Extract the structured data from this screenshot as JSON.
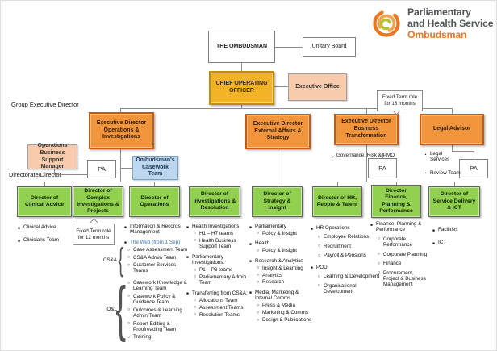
{
  "logo": {
    "line1": "Parliamentary",
    "line2": "and Health Service",
    "line3": "Ombudsman"
  },
  "side_labels": {
    "group_executive_director": "Group Executive Director",
    "directorate_director": "Directorate/Director"
  },
  "top": {
    "ombudsman": "THE OMBUDSMAN",
    "unitary_board": "Unitary Board",
    "coo": "CHIEF OPERATING OFFICER",
    "executive_office": "Executive Office"
  },
  "executives": {
    "ops": "Executive Director Operations & Investigations",
    "external": "Executive Director External Affairs & Strategy",
    "bt": "Executive Director Business Transformation",
    "legal": "Legal Advisor"
  },
  "callouts": {
    "fixed18": "Fixed Term role for 18 months",
    "fixed12": "Fixed Term role for 12 months"
  },
  "support": {
    "obsm": "Operations Business Support Manager",
    "pa": "PA",
    "casework_team": "Ombudsman's Casework Team"
  },
  "bt_units": [
    {
      "t": "Governance, Risk & PMO",
      "l": 1,
      "m": "•"
    }
  ],
  "legal_units": [
    {
      "t": "Legal Services",
      "l": 1,
      "m": "•"
    },
    {
      "t": "Review Team",
      "l": 1,
      "m": "•"
    }
  ],
  "directors": [
    {
      "title": "Director of Clinical Advice",
      "items": [
        {
          "t": "Clinical Advice",
          "l": 1
        },
        {
          "t": "Clinicians Team",
          "l": 1
        }
      ]
    },
    {
      "title": "Director of Complex Investigations & Projects",
      "items": []
    },
    {
      "title": "Director of Operations",
      "items": [
        {
          "t": "Information & Records Management",
          "l": 1
        },
        {
          "t": "The Web (from 1 Sep)",
          "l": 1,
          "c": "#2E75B6"
        }
      ],
      "groups": [
        {
          "label": "CS&A",
          "items": [
            {
              "t": "Case Assessment Team",
              "l": 2
            },
            {
              "t": "CS&A Admin Team",
              "l": 2
            },
            {
              "t": "Customer Services Teams",
              "l": 2
            }
          ]
        },
        {
          "label": "O&L",
          "items": [
            {
              "t": "Casework Knowledge & Learning Team",
              "l": 2
            },
            {
              "t": "Casework Policy & Guidance Team",
              "l": 2
            },
            {
              "t": "Outcomes & Learning Admin Team",
              "l": 2
            },
            {
              "t": "Report Editing & Proofreading Team",
              "l": 2
            },
            {
              "t": "Training",
              "l": 2
            }
          ]
        }
      ]
    },
    {
      "title": "Director of Investigations & Resolution",
      "items": [
        {
          "t": "Health Investigations",
          "l": 1
        },
        {
          "t": "H1 – H7 teams",
          "l": 2
        },
        {
          "t": "Health Business Support Team",
          "l": 2
        },
        {
          "t": "Parliamentary Investigations:",
          "l": 1
        },
        {
          "t": "P1 – P3 teams",
          "l": 2
        },
        {
          "t": "Parliamentary Admin Team",
          "l": 2
        },
        {
          "t": "Transferring from CS&A:",
          "l": 1
        },
        {
          "t": "Allocations Team",
          "l": 2
        },
        {
          "t": "Assessment Teams",
          "l": 2
        },
        {
          "t": "Resolution Teams",
          "l": 2
        }
      ]
    },
    {
      "title": "Director of Strategy & Insight",
      "items": [
        {
          "t": "Parliamentary",
          "l": 1
        },
        {
          "t": "Policy & Insight",
          "l": 2
        },
        {
          "t": "Health",
          "l": 1
        },
        {
          "t": "Policy & Insight",
          "l": 2
        },
        {
          "t": "Research & Analytics",
          "l": 1
        },
        {
          "t": "Insight & Learning",
          "l": 2
        },
        {
          "t": "Analytics",
          "l": 2
        },
        {
          "t": "Research",
          "l": 2
        },
        {
          "t": "Media, Marketing & Internal Comms",
          "l": 1
        },
        {
          "t": "Press & Media",
          "l": 2
        },
        {
          "t": "Marketing & Comms",
          "l": 2
        },
        {
          "t": "Design & Publications",
          "l": 2
        }
      ]
    },
    {
      "title": "Director of HR, People & Talent",
      "items": [
        {
          "t": "HR Operations",
          "l": 1
        },
        {
          "t": "Employee Relations",
          "l": 2
        },
        {
          "t": "Recruitment",
          "l": 2
        },
        {
          "t": "Payroll & Pensions",
          "l": 2
        },
        {
          "t": "POD",
          "l": 1
        },
        {
          "t": "Learning & Development",
          "l": 2
        },
        {
          "t": "Organisational Development",
          "l": 2
        }
      ]
    },
    {
      "title": "Director Finance, Planning & Performance",
      "items": [
        {
          "t": "Finance, Planning & Performance",
          "l": 1
        },
        {
          "t": "Corporate Performance",
          "l": 2
        },
        {
          "t": "Corporate Planning",
          "l": 2
        },
        {
          "t": "Finance",
          "l": 2
        },
        {
          "t": "Procurement, Project & Business Management",
          "l": 2
        }
      ]
    },
    {
      "title": "Director of Service Delivery & ICT",
      "items": [
        {
          "t": "Facilities",
          "l": 1
        },
        {
          "t": "ICT",
          "l": 1
        }
      ]
    }
  ],
  "colors": {
    "brand_orange": "#E87722",
    "logo_green": "#B9BE33",
    "gold_fill": "#F2B226",
    "gold_border": "#BF8F00",
    "orange_fill": "#F0953B",
    "orange_border": "#C55A11",
    "green_fill": "#92D050",
    "peach_fill": "#F8CBAD",
    "blue_fill": "#BDD7EE",
    "link_blue": "#2E75B6",
    "line_gray": "#8C8C8C"
  }
}
